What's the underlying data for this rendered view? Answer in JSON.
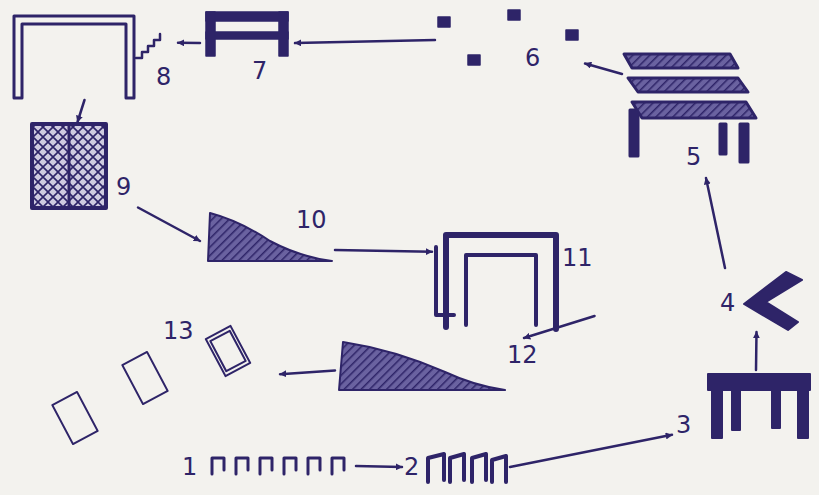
{
  "diagram": {
    "nodes": [
      {
        "text": [
          "1"
        ]
      },
      {
        "text": [
          "2"
        ]
      },
      {
        "text": [
          "3"
        ]
      },
      {
        "text": [
          "4"
        ]
      },
      {
        "text": [
          "5"
        ]
      },
      {
        "text": [
          "6"
        ]
      },
      {
        "text": [
          "7"
        ]
      },
      {
        "text": [
          "8"
        ]
      },
      {
        "text": [
          "9"
        ]
      },
      {
        "text": [
          "10"
        ]
      },
      {
        "text": [
          "11"
        ]
      },
      {
        "text": [
          "12"
        ]
      },
      {
        "text": [
          "13"
        ]
      }
    ],
    "edges": [
      {
        "from": 0,
        "to": 1,
        "arrow": "to"
      },
      {
        "from": 1,
        "to": 2,
        "arrow": "to"
      },
      {
        "from": 2,
        "to": 3,
        "arrow": "to"
      },
      {
        "from": 3,
        "to": 4,
        "arrow": "to"
      },
      {
        "from": 4,
        "to": 5,
        "arrow": "to"
      },
      {
        "from": 5,
        "to": 6,
        "arrow": "to"
      },
      {
        "from": 6,
        "to": 7,
        "arrow": "to"
      },
      {
        "from": 7,
        "to": 8,
        "arrow": "to"
      },
      {
        "from": 8,
        "to": 9,
        "arrow": "to"
      },
      {
        "from": 9,
        "to": 10,
        "arrow": "to"
      },
      {
        "from": 10,
        "to": 11,
        "arrow": "to"
      },
      {
        "from": 11,
        "to": 12,
        "arrow": "to"
      }
    ]
  }
}
